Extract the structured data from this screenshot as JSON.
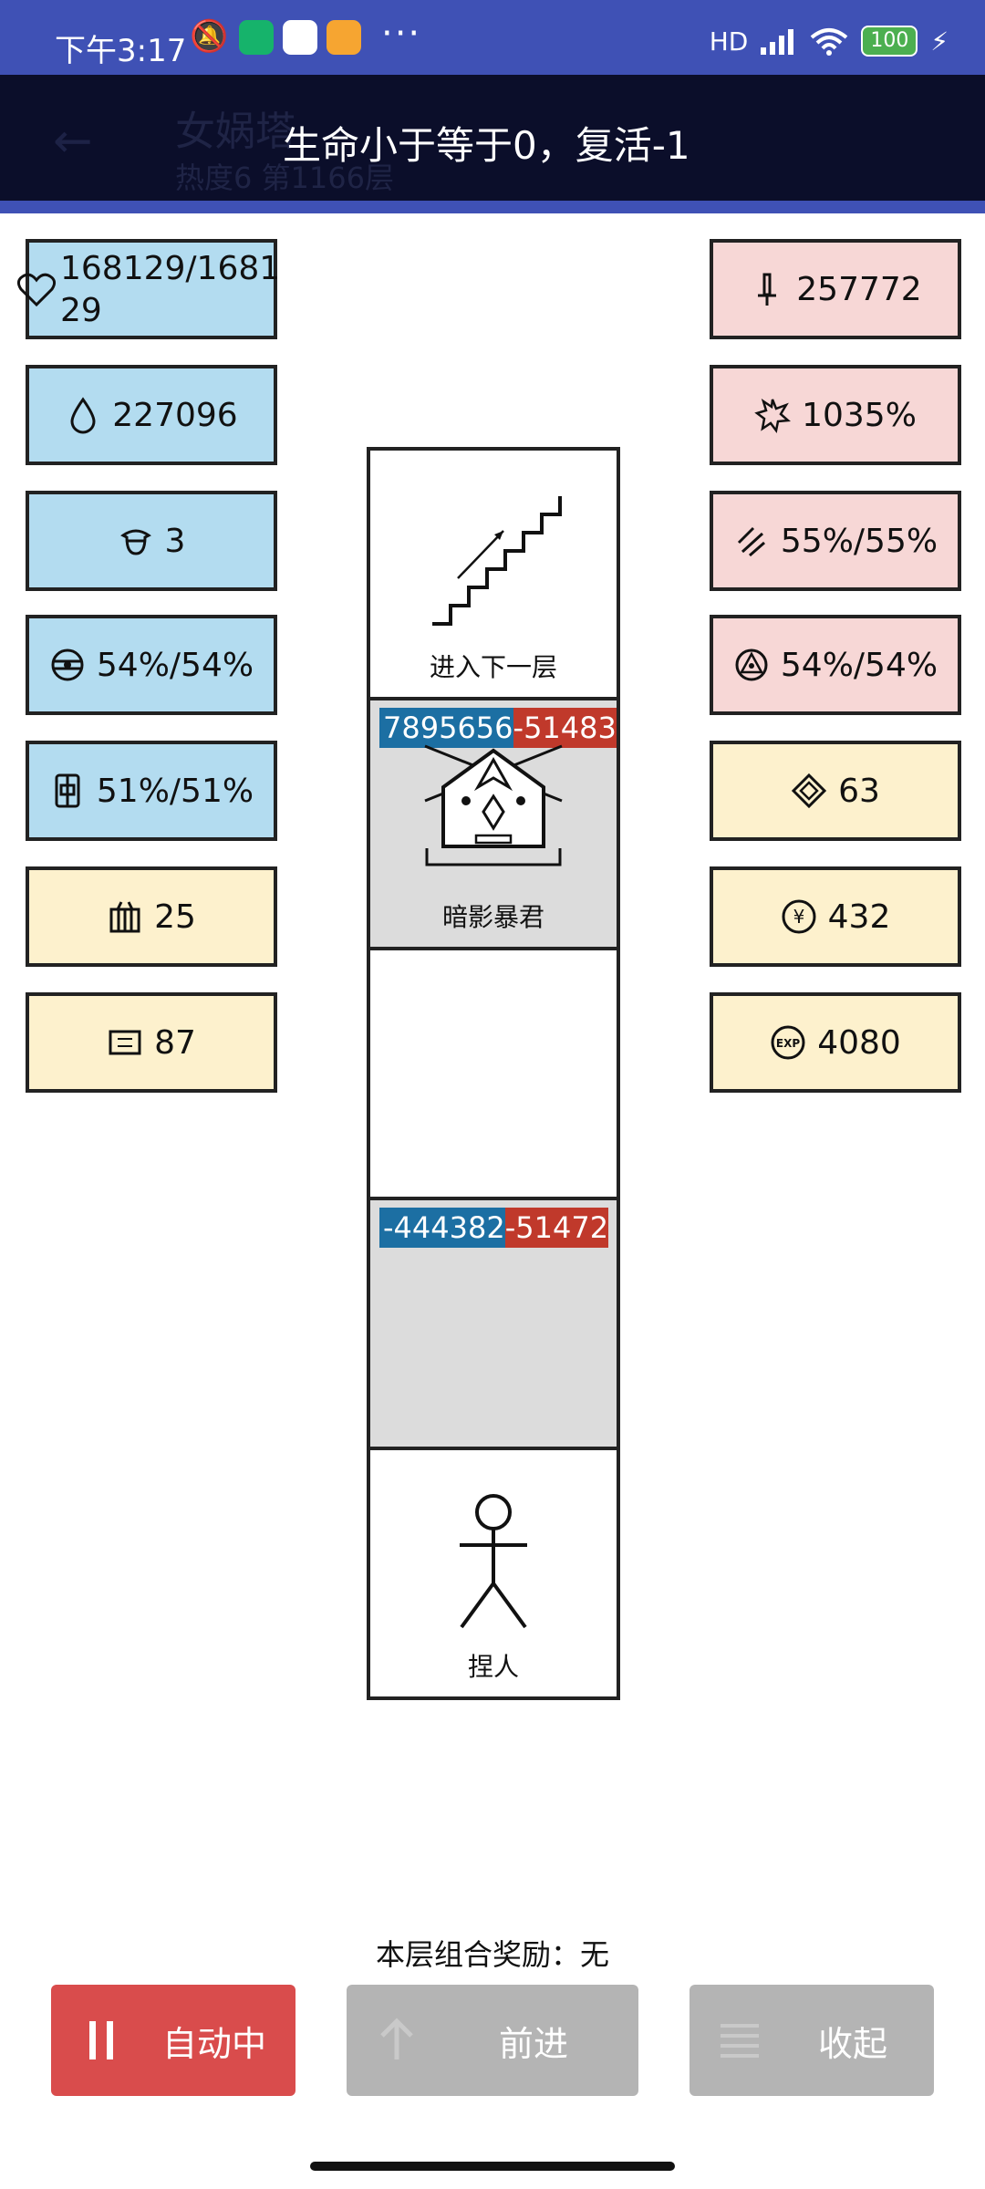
{
  "status_bar": {
    "time": "下午3:17",
    "more": "···",
    "signal": "HD",
    "battery": "100"
  },
  "header": {
    "title": "女娲塔",
    "subtitle": "热度6 第1166层",
    "toast": "生命小于等于0，复活-1"
  },
  "left_stats": [
    {
      "icon": "heart-icon",
      "value": "168129/168129"
    },
    {
      "icon": "drop-icon",
      "value": "227096"
    },
    {
      "icon": "helmet-icon",
      "value": "3"
    },
    {
      "icon": "shield-orb-icon",
      "value": "54%/54%"
    },
    {
      "icon": "armor-icon",
      "value": "51%/51%"
    },
    {
      "icon": "box-icon",
      "value": "25"
    },
    {
      "icon": "scroll-icon",
      "value": "87"
    }
  ],
  "right_stats": [
    {
      "icon": "sword-icon",
      "value": "257772"
    },
    {
      "icon": "burst-icon",
      "value": "1035%"
    },
    {
      "icon": "slash-icon",
      "value": "55%/55%"
    },
    {
      "icon": "triangle-orb-icon",
      "value": "54%/54%"
    },
    {
      "icon": "diamond-icon",
      "value": "63"
    },
    {
      "icon": "coin-icon",
      "value": "432"
    },
    {
      "icon": "exp-icon",
      "value": "4080"
    }
  ],
  "tower": {
    "stairs_label": "进入下一层",
    "boss_label": "暗影暴君",
    "boss_hp_left": "7895656",
    "boss_hp_right": "-51483",
    "enemy_hp_left": "-444382",
    "enemy_hp_right": "-51472",
    "player_label": "捏人"
  },
  "bonus_text": "本层组合奖励：无",
  "buttons": {
    "auto": "自动中",
    "forward": "前进",
    "collapse": "收起"
  },
  "colors": {
    "status_bar": "#3f51b5",
    "app_bar": "#0b0e2a",
    "stat_blue": "#b3dcf0",
    "stat_pink": "#f7d7d6",
    "stat_cream": "#fdf1cd",
    "button_red": "#d94c4c",
    "button_grey": "#b4b4b4"
  }
}
